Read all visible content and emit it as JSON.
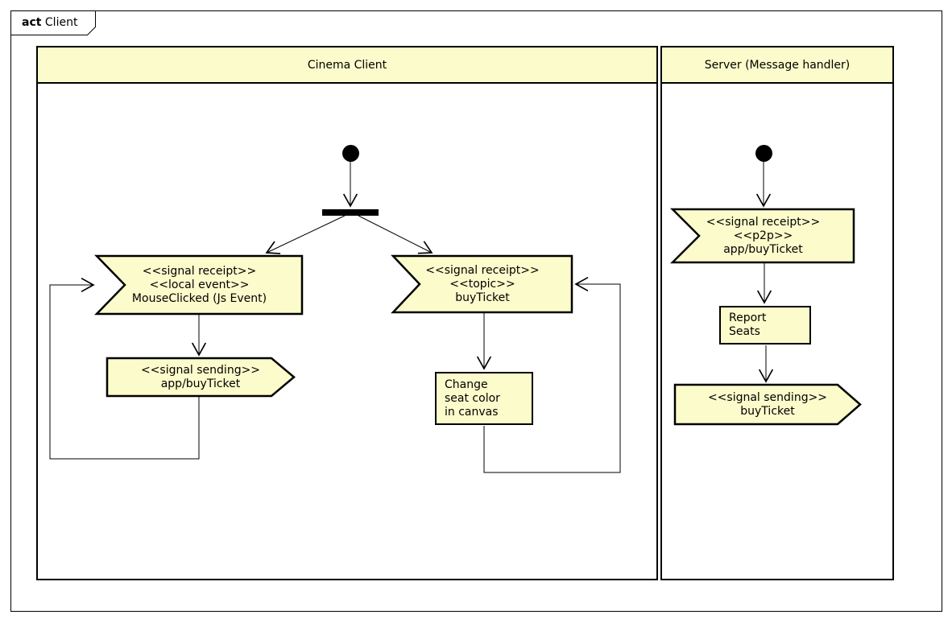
{
  "frame": {
    "keyword": "act",
    "title": "Client"
  },
  "colors": {
    "node_fill": "#FBFBCB",
    "node_border": "#000000",
    "line": "#000000",
    "background": "#FFFFFF"
  },
  "partitions": {
    "cinema": {
      "title": "Cinema Client"
    },
    "server": {
      "title": "Server (Message handler)"
    }
  },
  "nodes": {
    "mouse_clicked": {
      "type": "signal-receipt",
      "lines": [
        "<<signal receipt>>",
        "<<local event>>",
        "MouseClicked (Js Event)"
      ]
    },
    "topic_buy_ticket": {
      "type": "signal-receipt",
      "lines": [
        "<<signal receipt>>",
        "<<topic>>",
        "buyTicket"
      ]
    },
    "send_app_buy_ticket": {
      "type": "signal-sending",
      "lines": [
        "<<signal sending>>",
        "app/buyTicket"
      ]
    },
    "change_seat": {
      "type": "action",
      "lines": [
        "Change",
        "seat color",
        "in canvas"
      ]
    },
    "server_receipt": {
      "type": "signal-receipt",
      "lines": [
        "<<signal receipt>>",
        "<<p2p>>",
        "app/buyTicket"
      ]
    },
    "report_seats": {
      "type": "action",
      "lines": [
        "Report",
        "Seats"
      ]
    },
    "server_send": {
      "type": "signal-sending",
      "lines": [
        "<<signal sending>>",
        "buyTicket"
      ]
    }
  }
}
